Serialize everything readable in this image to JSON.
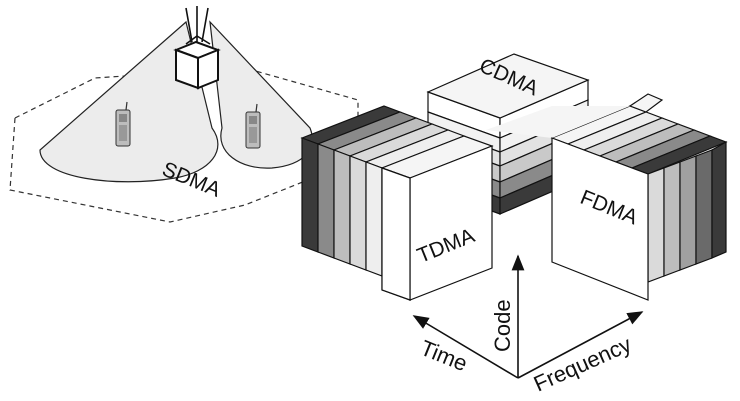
{
  "diagram": {
    "labels": {
      "cdma": "CDMA",
      "tdma": "TDMA",
      "fdma": "FDMA",
      "sdma": "SDMA"
    },
    "axes": {
      "time": "Time",
      "code": "Code",
      "frequency": "Frequency"
    },
    "colors": {
      "outline": "#111111",
      "top_face": "#f5f5f5",
      "front_face": "#ffffff",
      "dark_band": "#3a3a3a",
      "mid_band": "#8a8a8a",
      "light_band": "#c9c9c9",
      "lighter_band": "#e2e2e2",
      "beam_fill": "#e9e9e9"
    }
  }
}
